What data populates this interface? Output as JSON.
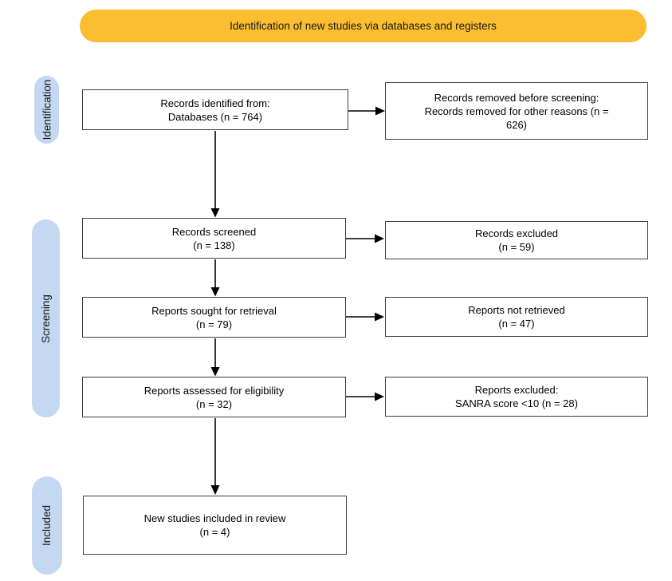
{
  "banner": {
    "label": "Identification of new studies via databases and registers"
  },
  "stages": [
    {
      "label": "Identification"
    },
    {
      "label": "Screening"
    },
    {
      "label": "Included"
    }
  ],
  "flow": {
    "left": [
      {
        "lines": [
          "Records identified from:",
          "Databases (n = 764)"
        ]
      },
      {
        "lines": [
          "Records screened",
          "(n = 138)"
        ]
      },
      {
        "lines": [
          "Reports sought for retrieval",
          "(n = 79)"
        ]
      },
      {
        "lines": [
          "Reports assessed for eligibility",
          "(n = 32)"
        ]
      },
      {
        "lines": [
          "New studies included in review",
          "(n = 4)"
        ]
      }
    ],
    "right": [
      {
        "lines": [
          "Records removed before screening:",
          "Records removed for other reasons (n =",
          "626)"
        ]
      },
      {
        "lines": [
          "Records excluded",
          "(n = 59)"
        ]
      },
      {
        "lines": [
          "Reports not retrieved",
          "(n = 47)"
        ]
      },
      {
        "lines": [
          "Reports excluded:",
          "SANRA score <10 (n = 28)"
        ]
      }
    ]
  },
  "colors": {
    "banner": "#FBBE30",
    "stage": "#C5D8F1",
    "box_border": "#3F3F3F",
    "arrow": "#000000"
  }
}
